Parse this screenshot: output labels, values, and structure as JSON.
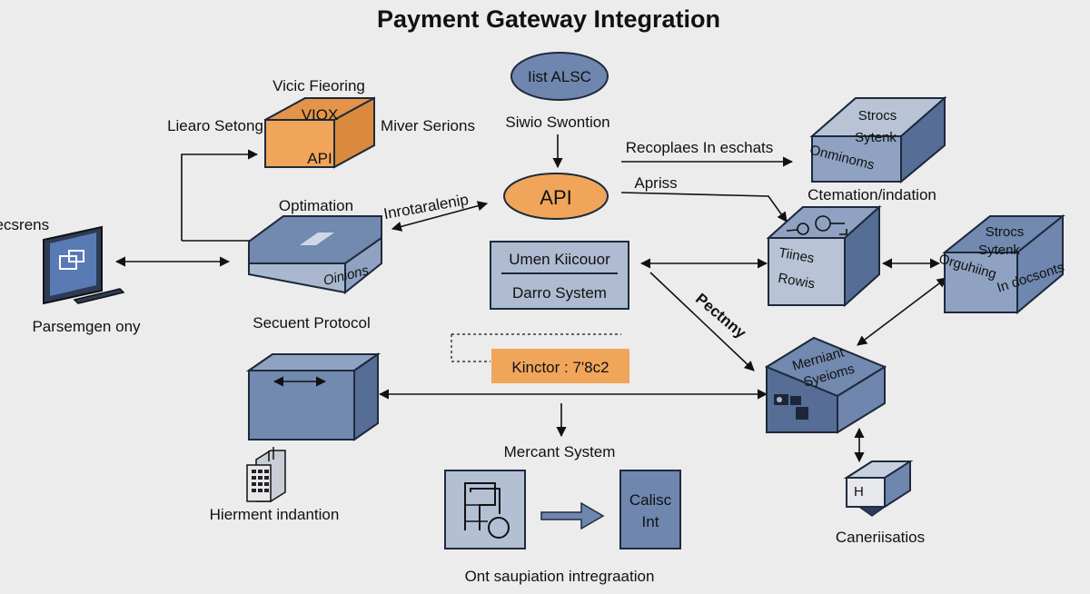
{
  "title": "Payment Gateway Integration",
  "colors": {
    "background": "#ececec",
    "node_blue_top": "#a9b8cf",
    "node_blue_front": "#7289b0",
    "node_blue_side": "#566d95",
    "accent_orange": "#f0a55a",
    "line": "#111111"
  },
  "labels": {
    "vicic_fieoring": "Vicic Fieoring",
    "liearo_setong": "Liearo Setong",
    "miver_serions": "Miver Serions",
    "viox": "VIOX",
    "api_cube": "API",
    "optimation": "Optimation",
    "oinions": "Oinions",
    "secuent_protocol": "Secuent Protocol",
    "iecsrens": "Iecsrens",
    "parsemgen_ony": "Parsemgen ony",
    "inrotaralenip": "Inrotaralenip",
    "iist_alsc": "Iist ALSC",
    "siwio_swontion": "Siwio Swontion",
    "api_main": "API",
    "recoplaes": "Recoplaes In eschats",
    "apriss": "Apriss",
    "umen_kiicouor": "Umen Kiicouor",
    "darro_system": "Darro System",
    "kinctor": "Kinctor : 7'8c2",
    "mercant_system": "Mercant System",
    "calisc": "Calisc",
    "int": "Int",
    "ont_saupiation": "Ont saupiation intregraation",
    "hierment_indantion": "Hierment indantion",
    "strocs_1": "Strocs",
    "sytenk_1": "Sytenk",
    "onminoms": "Onminoms",
    "ctemation": "Ctemation/indation",
    "tiines": "Tiines",
    "rowis": "Rowis",
    "strocs_2": "Strocs",
    "sytenk_2": "Sytenk",
    "orguhiing": "Orguhiing",
    "in_docsonts": "In docsonts",
    "pectnny": "Pectnny",
    "merniant": "Merniant",
    "syeioms": "Syeioms",
    "caneriisatios": "Caneriisatios",
    "h_glyph": "H"
  },
  "icons": [
    "monitor-icon",
    "keypad-icon",
    "document-search-icon",
    "node-link-icon",
    "double-arrow-icon"
  ]
}
